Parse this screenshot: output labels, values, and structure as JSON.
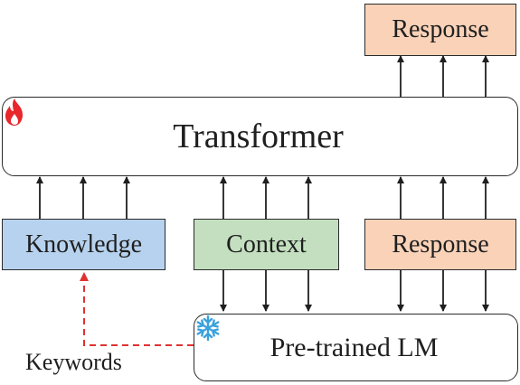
{
  "diagram": {
    "transformer": {
      "label": "Transformer",
      "icon": "fire-icon"
    },
    "pretrained_lm": {
      "label": "Pre-trained LM",
      "icon": "snowflake-icon"
    },
    "inputs": {
      "knowledge": {
        "label": "Knowledge",
        "fill": "#b7d2ee",
        "border": "#2b2b2b"
      },
      "context": {
        "label": "Context",
        "fill": "#c3dfbf",
        "border": "#2b2b2b"
      },
      "response": {
        "label": "Response",
        "fill": "#f9d2b8",
        "border": "#2b2b2b"
      }
    },
    "output_response": {
      "label": "Response",
      "fill": "#f9d2b8"
    },
    "keywords": {
      "label": "Keywords",
      "line_color": "#e03131"
    },
    "colors": {
      "fire": "#e8262b",
      "snowflake": "#3aa1dc",
      "arrow": "#1f1f1f"
    }
  }
}
